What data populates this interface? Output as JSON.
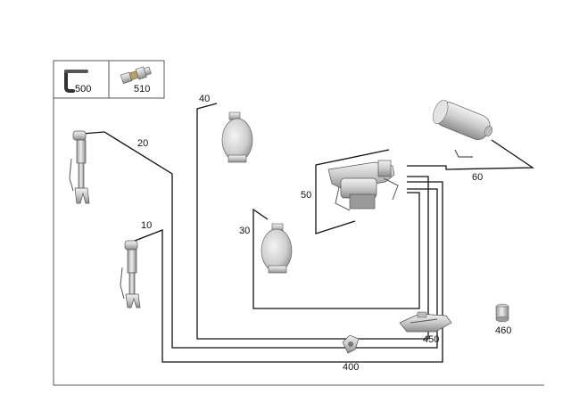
{
  "parts": {
    "p500": "500",
    "p510": "510",
    "p40": "40",
    "p20": "20",
    "p10": "10",
    "p30": "30",
    "p50": "50",
    "p60": "60",
    "p400": "400",
    "p450": "450",
    "p460": "460"
  }
}
